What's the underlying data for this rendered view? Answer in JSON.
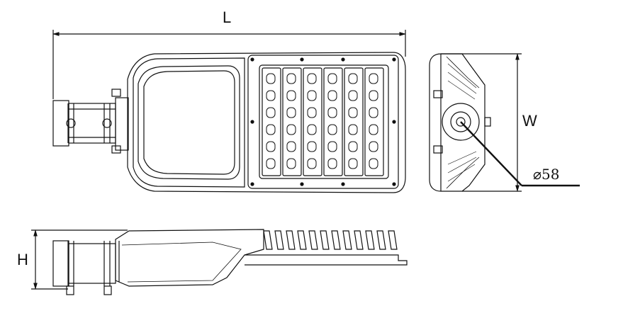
{
  "dimensions": {
    "length_label": "L",
    "width_label": "W",
    "height_label": "H",
    "diameter_label": "⌀58"
  },
  "colors": {
    "line": "#111111",
    "background": "#ffffff"
  }
}
